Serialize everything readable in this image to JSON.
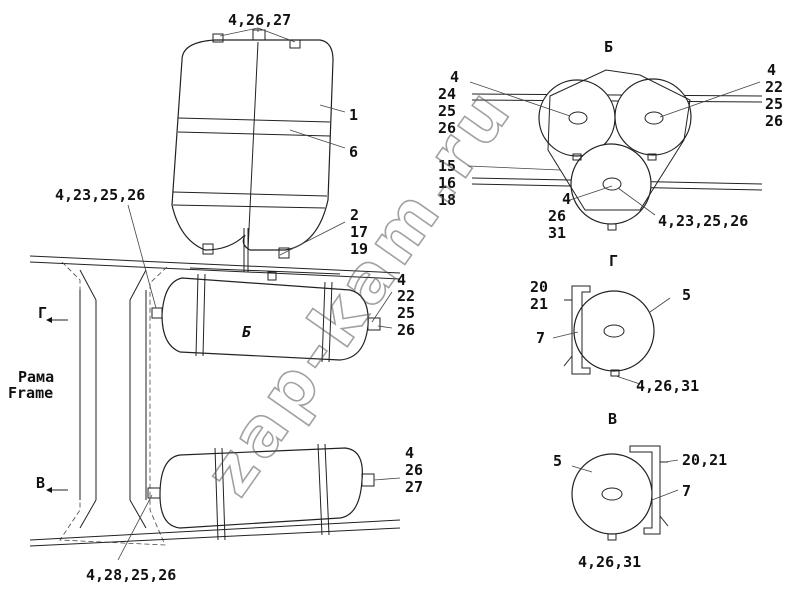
{
  "labels": {
    "top_parts": "4,26,27",
    "part_1": "1",
    "part_6": "6",
    "left_parts_top": "4,23,25,26",
    "part_2": "2",
    "part_17": "17",
    "part_19": "19",
    "right_mid_4": "4",
    "right_mid_22": "22",
    "right_mid_25": "25",
    "right_mid_26": "26",
    "view_b_mark": "Б",
    "arrow_g": "Г",
    "frame_ru": "Рама",
    "frame_en": "Frame",
    "arrow_v": "В",
    "low_right_4": "4",
    "low_right_26": "26",
    "low_right_27": "27",
    "bottom_parts": "4,28,25,26"
  },
  "view_b": {
    "title": "Б",
    "left_4": "4",
    "left_24": "24",
    "left_25": "25",
    "left_26": "26",
    "right_4": "4",
    "right_22": "22",
    "right_25": "25",
    "right_26": "26",
    "p15": "15",
    "p16": "16",
    "p18": "18",
    "bottom_4": "4",
    "bottom_26": "26",
    "bottom_31": "31",
    "bottom_parts": "4,23,25,26"
  },
  "view_g": {
    "title": "Г",
    "p20": "20",
    "p21": "21",
    "p5": "5",
    "p7": "7",
    "bottom_parts": "4,26,31"
  },
  "view_v": {
    "title": "В",
    "p5": "5",
    "p20_21": "20,21",
    "p7": "7",
    "bottom_parts": "4,26,31"
  },
  "watermark": "zap-kam.ru"
}
